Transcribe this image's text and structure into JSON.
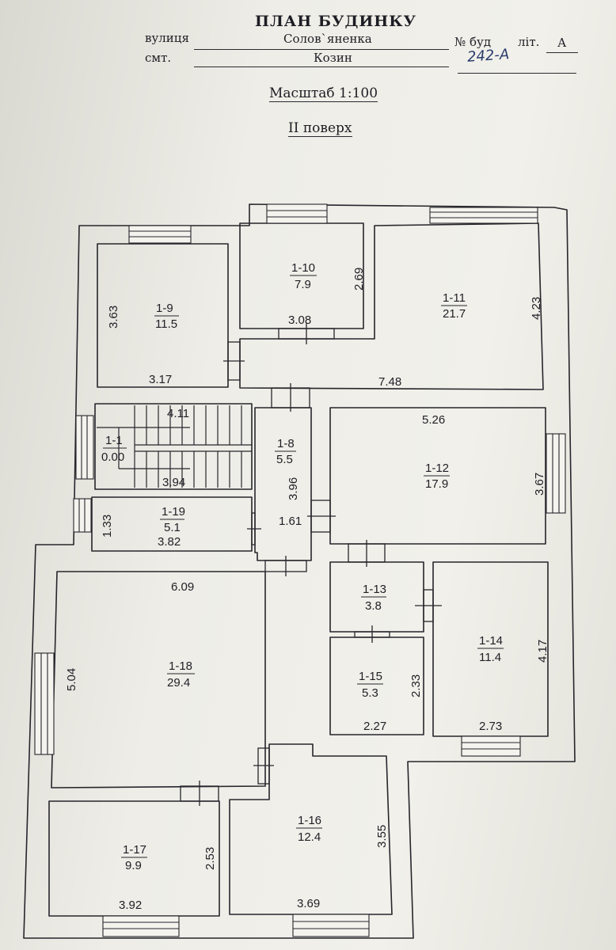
{
  "header": {
    "title": "ПЛАН БУДИНКУ",
    "street_label": "вулиця",
    "street_value": "Солов`яненка",
    "building_number_label": "№ буд",
    "building_number_value": "242-А",
    "letter_label": "літ.",
    "letter_value": "А",
    "settlement_label": "смт.",
    "settlement_value": "Козин",
    "scale": "Масштаб 1:100",
    "floor": "II поверх"
  },
  "rooms": {
    "r1_9": {
      "number": "1-9",
      "area": "11.5",
      "dim_v": "3.63",
      "dim_h": "3.17"
    },
    "r1_10": {
      "number": "1-10",
      "area": "7.9",
      "dim_v": "2.69",
      "dim_h": "3.08"
    },
    "r1_11": {
      "number": "1-11",
      "area": "21.7",
      "dim_v": "4.23",
      "dim_h": "7.48"
    },
    "r1_1": {
      "number": "1-1",
      "area": "0.00",
      "dim_top": "4.11",
      "dim_bottom": "3.94"
    },
    "r1_8": {
      "number": "1-8",
      "area": "5.5",
      "dim_v": "3.96",
      "dim_h": "1.61"
    },
    "r1_12": {
      "number": "1-12",
      "area": "17.9",
      "dim_h": "5.26",
      "dim_v": "3.67"
    },
    "r1_19": {
      "number": "1-19",
      "area": "5.1",
      "dim_h": "3.82",
      "dim_v": "1.33"
    },
    "r1_18": {
      "number": "1-18",
      "area": "29.4",
      "dim_h": "6.09",
      "dim_v": "5.04"
    },
    "r1_13": {
      "number": "1-13",
      "area": "3.8"
    },
    "r1_14": {
      "number": "1-14",
      "area": "11.4",
      "dim_v": "4.17",
      "dim_h": "2.73"
    },
    "r1_15": {
      "number": "1-15",
      "area": "5.3",
      "dim_v": "2.33",
      "dim_h": "2.27"
    },
    "r1_16": {
      "number": "1-16",
      "area": "12.4",
      "dim_v": "3.55",
      "dim_h": "3.69"
    },
    "r1_17": {
      "number": "1-17",
      "area": "9.9",
      "dim_v": "2.53",
      "dim_h": "3.92"
    }
  }
}
